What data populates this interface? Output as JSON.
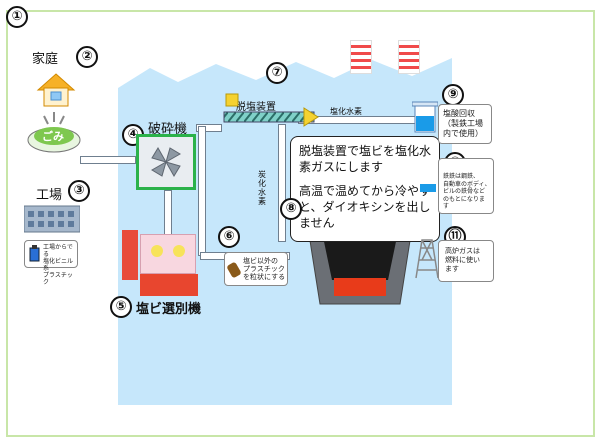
{
  "numbers": [
    "①",
    "②",
    "③",
    "④",
    "⑤",
    "⑥",
    "⑦",
    "⑧",
    "⑨",
    "⑩",
    "⑪"
  ],
  "labels": {
    "home": "家庭",
    "garbage": "ごみ",
    "factory": "工場",
    "crusher": "破砕機",
    "pvc_sorter": "塩ビ選別機",
    "dechlorination": "脱塩装置",
    "hcl_gas_top": "塩化水素",
    "hcl_gas_side": "炭化水素"
  },
  "notes": {
    "factory_waste": "工場からでる\n塩化ビニル系\nプラスチック",
    "non_pvc": "塩ビ以外の\nプラスチック\nを粒状にする",
    "hcl_recovery": "塩酸回収\n（製鉄工場\n内で使用）",
    "steel_use": "鉄鉄は鋼鉄、\n自動車のボディ、\nビルの鉄骨など\nのもとになりま\nす",
    "blast_gas": "高炉ガスは\n燃料に使い\nます"
  },
  "callout": {
    "line1": "脱塩装置で塩ビを塩化水素ガスにします",
    "line2": "高温で温めてから冷やすと、ダイオキシンを出しません"
  },
  "colors": {
    "frame": "#c8e6a8",
    "plant_bg": "#c6e7fb",
    "crusher_border": "#2bb24a",
    "stack_red": "#f04a4a",
    "furnace_red": "#e83b1a"
  }
}
